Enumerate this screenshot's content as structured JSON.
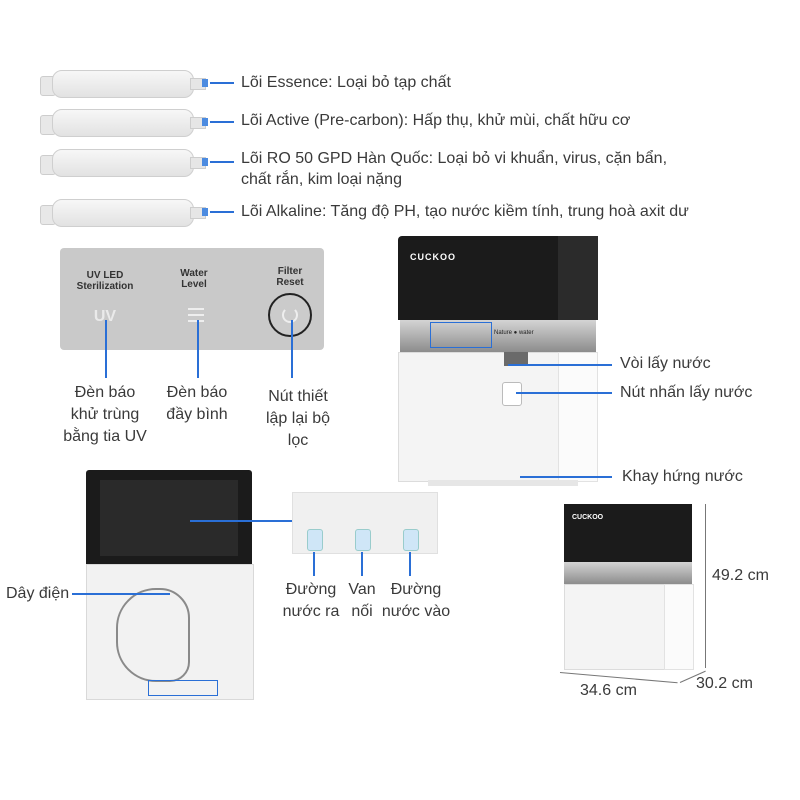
{
  "filters": [
    {
      "label": "Lõi Essence: Loại bỏ tạp chất"
    },
    {
      "label": "Lõi Active (Pre-carbon): Hấp thụ, khử mùi, chất hữu cơ"
    },
    {
      "label_line1": "Lõi RO 50 GPD Hàn Quốc: Loại bỏ vi khuẩn, virus, cặn bẩn,",
      "label_line2": "chất rắn, kim loại nặng"
    },
    {
      "label": "Lõi Alkaline: Tăng độ PH, tạo nước kiềm tính, trung hoà axit dư"
    }
  ],
  "panel": {
    "uv_line1": "UV LED",
    "uv_line2": "Sterilization",
    "uv_symbol": "UV",
    "water_line1": "Water",
    "water_line2": "Level",
    "reset_line1": "Filter",
    "reset_line2": "Reset"
  },
  "panel_callouts": {
    "uv": "Đèn báo khử trùng bằng tia UV",
    "level": "Đèn báo đầy bình",
    "reset": "Nút thiết lập lại bộ lọc"
  },
  "product": {
    "brand": "CUCKOO",
    "nature_badge": "Nature ● water",
    "callouts": {
      "tap": "Vòi lấy nước",
      "button": "Nút nhấn lấy nước",
      "tray": "Khay hứng nước"
    }
  },
  "back": {
    "power_cord": "Dây điện",
    "outlet": "Đường nước ra",
    "valve": "Van nối",
    "inlet": "Đường nước vào"
  },
  "dimensions": {
    "height": "49.2 cm",
    "width": "34.6 cm",
    "depth": "30.2 cm"
  },
  "colors": {
    "accent": "#2a6fd6",
    "body_black": "#1b1b1b",
    "body_white": "#f4f4f4"
  }
}
